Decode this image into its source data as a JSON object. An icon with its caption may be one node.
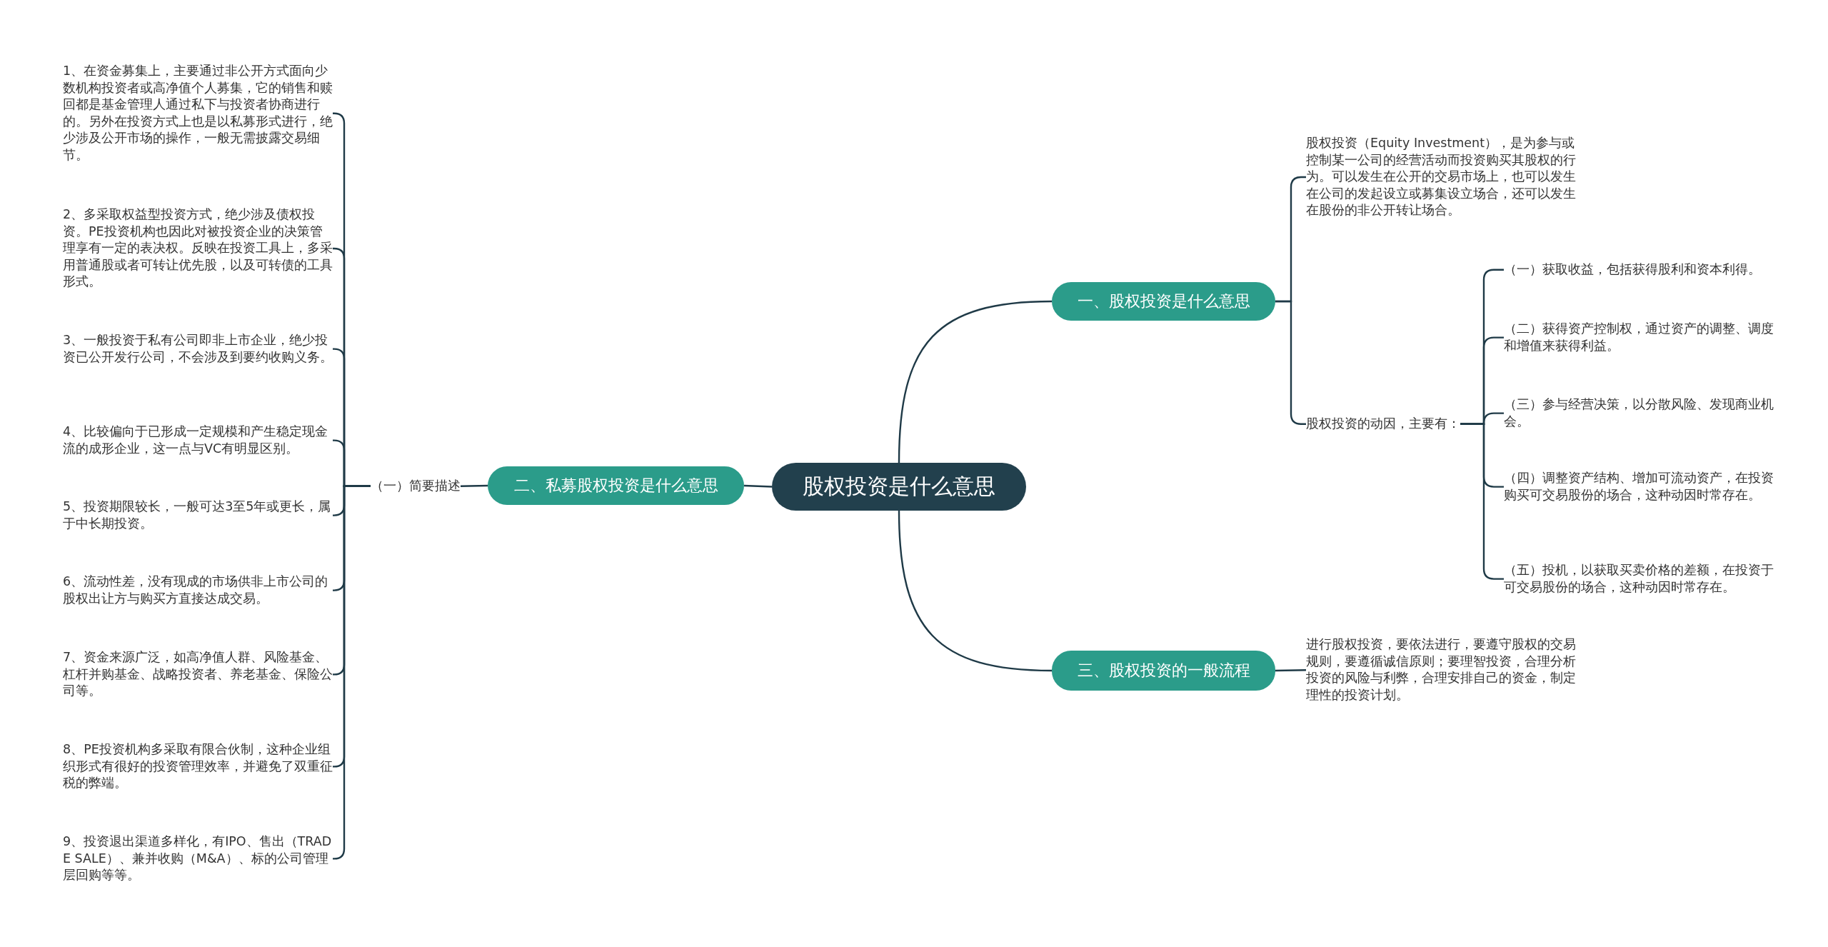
{
  "diagram": {
    "nodes": [
      {
        "text": [
          "股权投资是什么意思"
        ]
      },
      {
        "text": [
          "一、股权投资是什么意思"
        ]
      },
      {
        "text": [
          "股权投资（Equity Investment），是为参与或控制某一公司的经营活动而投资购买其股权的行为。可以发生在公开的交易市场上，也可以发生在公司的发起设立或募集设立场合，还可以发生在股份的非公开转让场合。"
        ]
      },
      {
        "text": [
          "股权投资的动因，主要有："
        ]
      },
      {
        "text": [
          "（一）获取收益，包括获得股利和资本利得。"
        ]
      },
      {
        "text": [
          "（二）获得资产控制权，通过资产的调整、调度和增值来获得利益。"
        ]
      },
      {
        "text": [
          "（三）参与经营决策，以分散风险、发现商业机会。"
        ]
      },
      {
        "text": [
          "（四）调整资产结构、增加可流动资产，在投资购买可交易股份的场合，这种动因时常存在。"
        ]
      },
      {
        "text": [
          "（五）投机，以获取买卖价格的差额，在投资于可交易股份的场合，这种动因时常存在。"
        ]
      },
      {
        "text": [
          "三、股权投资的一般流程"
        ]
      },
      {
        "text": [
          "进行股权投资，要依法进行，要遵守股权的交易规则，要遵循诚信原则；要理智投资，合理分析投资的风险与利弊，合理安排自己的资金，制定理性的投资计划。"
        ]
      },
      {
        "text": [
          "二、私募股权投资是什么意思"
        ]
      },
      {
        "text": [
          "（一）简要描述"
        ]
      },
      {
        "text": [
          "1、在资金募集上，主要通过非公开方式面向少数机构投资者或高净值个人募集，它的销售和赎回都是基金管理人通过私下与投资者协商进行的。另外在投资方式上也是以私募形式进行，绝少涉及公开市场的操作，一般无需披露交易细节。"
        ]
      },
      {
        "text": [
          "2、多采取权益型投资方式，绝少涉及债权投资。PE投资机构也因此对被投资企业的决策管理享有一定的表决权。反映在投资工具上，多采用普通股或者可转让优先股，以及可转债的工具形式。"
        ]
      },
      {
        "text": [
          "3、一般投资于私有公司即非上市企业，绝少投资已公开发行公司，不会涉及到要约收购义务。"
        ]
      },
      {
        "text": [
          "4、比较偏向于已形成一定规模和产生稳定现金流的成形企业，这一点与VC有明显区别。"
        ]
      },
      {
        "text": [
          "5、投资期限较长，一般可达3至5年或更长，属于中长期投资。"
        ]
      },
      {
        "text": [
          "6、流动性差，没有现成的市场供非上市公司的股权出让方与购买方直接达成交易。"
        ]
      },
      {
        "text": [
          "7、资金来源广泛，如高净值人群、风险基金、杠杆并购基金、战略投资者、养老基金、保险公司等。"
        ]
      },
      {
        "text": [
          "8、PE投资机构多采取有限合伙制，这种企业组织形式有很好的投资管理效率，并避免了双重征税的弊端。"
        ]
      },
      {
        "text": [
          "9、投资退出渠道多样化，有IPO、售出（TRADE SALE）、兼并收购（M&A）、标的公司管理层回购等等。"
        ]
      }
    ],
    "edges": [
      {
        "from": 0,
        "to": 1,
        "arrow": "none"
      },
      {
        "from": 0,
        "to": 9,
        "arrow": "none"
      },
      {
        "from": 0,
        "to": 11,
        "arrow": "none"
      },
      {
        "from": 1,
        "to": 2,
        "arrow": "none"
      },
      {
        "from": 1,
        "to": 3,
        "arrow": "none"
      },
      {
        "from": 3,
        "to": 4,
        "arrow": "none"
      },
      {
        "from": 3,
        "to": 5,
        "arrow": "none"
      },
      {
        "from": 3,
        "to": 6,
        "arrow": "none"
      },
      {
        "from": 3,
        "to": 7,
        "arrow": "none"
      },
      {
        "from": 3,
        "to": 8,
        "arrow": "none"
      },
      {
        "from": 9,
        "to": 10,
        "arrow": "none"
      },
      {
        "from": 11,
        "to": 12,
        "arrow": "none"
      },
      {
        "from": 12,
        "to": 13,
        "arrow": "none"
      },
      {
        "from": 12,
        "to": 14,
        "arrow": "none"
      },
      {
        "from": 12,
        "to": 15,
        "arrow": "none"
      },
      {
        "from": 12,
        "to": 16,
        "arrow": "none"
      },
      {
        "from": 12,
        "to": 17,
        "arrow": "none"
      },
      {
        "from": 12,
        "to": 18,
        "arrow": "none"
      },
      {
        "from": 12,
        "to": 19,
        "arrow": "none"
      },
      {
        "from": 12,
        "to": 20,
        "arrow": "none"
      },
      {
        "from": 12,
        "to": 21,
        "arrow": "none"
      }
    ]
  }
}
